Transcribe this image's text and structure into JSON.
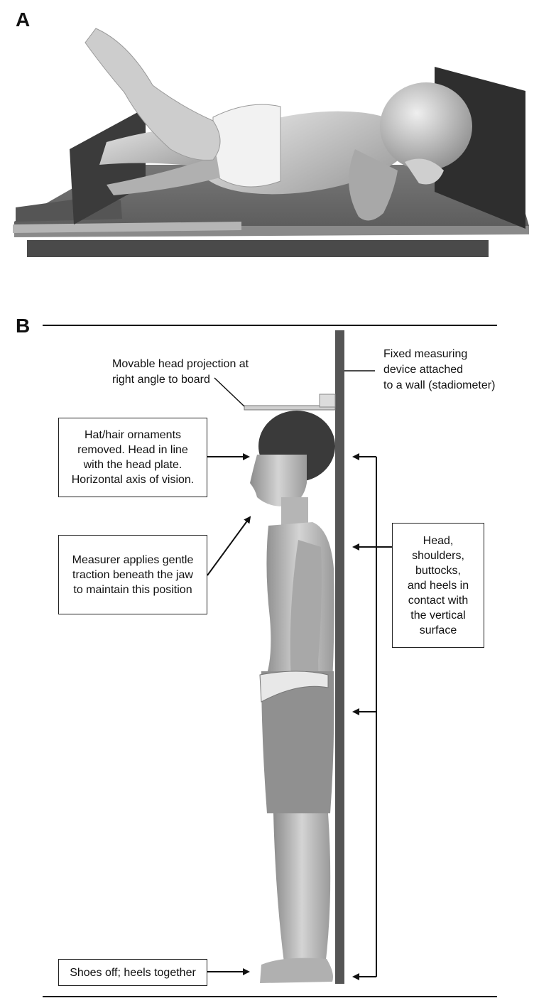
{
  "panels": {
    "a_label": "A",
    "b_label": "B"
  },
  "annotations": {
    "head_projection": "Movable head projection at\nright angle to board",
    "fixed_device": "Fixed measuring\ndevice attached\nto a wall (stadiometer)",
    "hat_hair": "Hat/hair ornaments\nremoved.  Head in line\nwith the head plate.\nHorizontal axis of vision.",
    "measurer": "Measurer applies gentle\ntraction beneath the jaw\nto maintain this position",
    "contact": "Head,\nshoulders,\nbuttocks,\nand heels in\ncontact with\nthe vertical\nsurface",
    "shoes": "Shoes off; heels together"
  },
  "colors": {
    "board_dark": "#3a3a3a",
    "board_mid": "#6e6e6e",
    "skin": "#bdbdbd",
    "line": "#111111"
  }
}
